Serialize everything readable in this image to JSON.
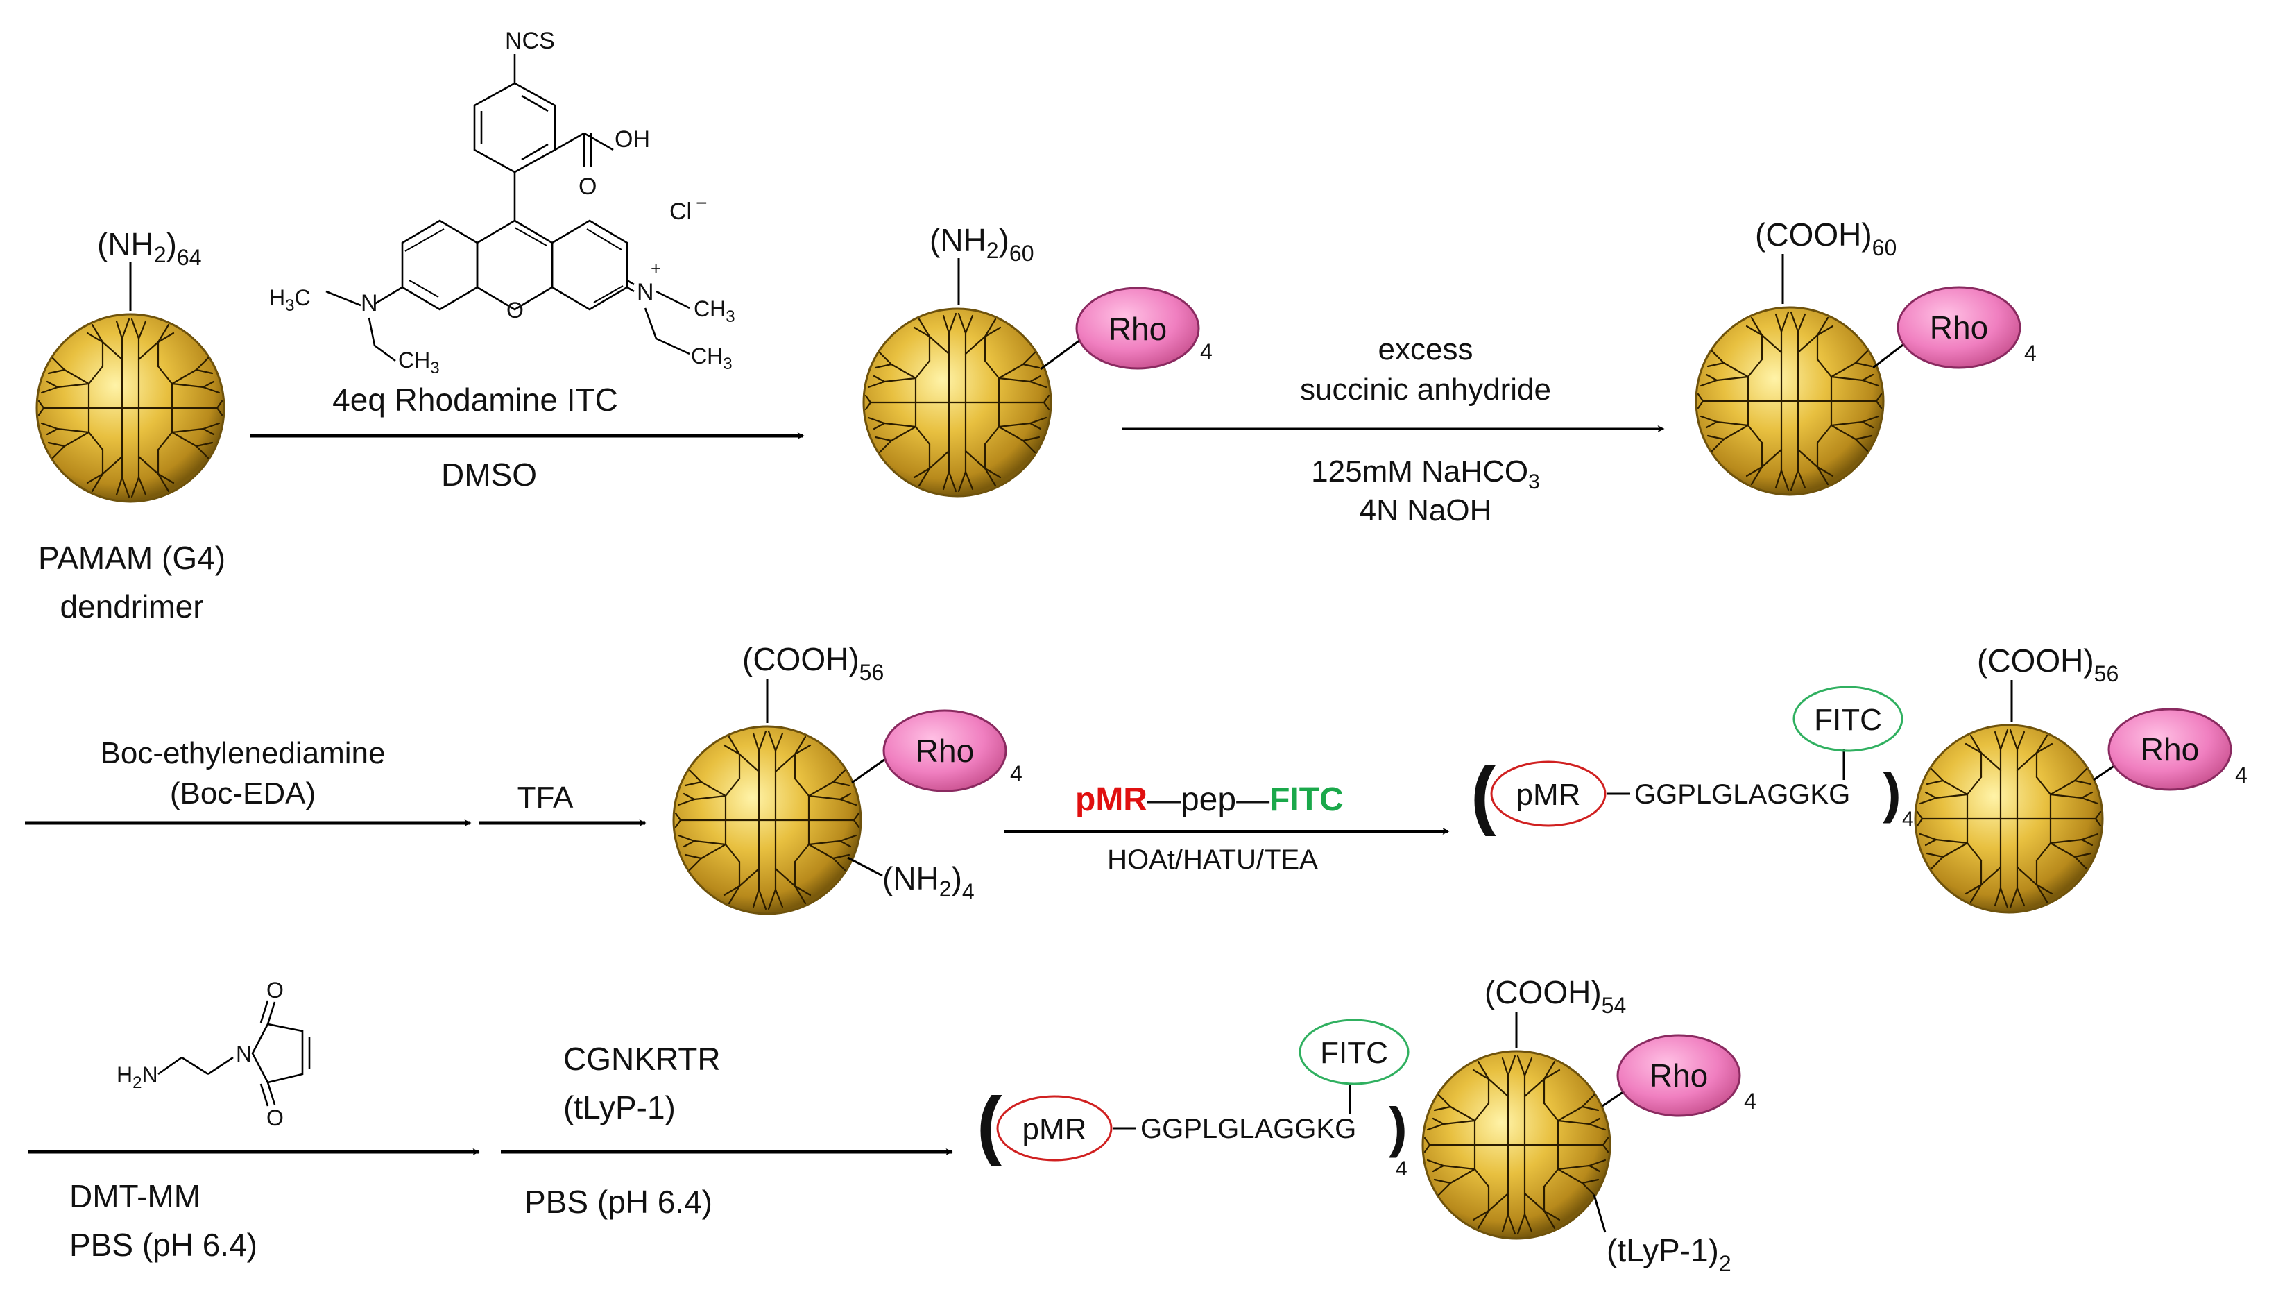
{
  "colors": {
    "text": "#111111",
    "arrow": "#000000",
    "rho_fill": "#f07fc0",
    "rho_stroke": "#8a2a60",
    "dendrimer_light": "#fff0a0",
    "dendrimer_mid": "#e0b838",
    "dendrimer_dark": "#8f6a10",
    "pmr_red": "#e01010",
    "fitc_green": "#1aa84a",
    "pmr_oval_stroke": "#d02020",
    "fitc_oval_stroke": "#30b060"
  },
  "row1": {
    "start": {
      "group": "(NH",
      "sub": "2",
      "count": "64",
      "name_line1": "PAMAM (G4)",
      "name_line2": "dendrimer"
    },
    "reagent": {
      "ncs": "NCS",
      "oh": "OH",
      "o": "O",
      "cl": "Cl",
      "cl_charge": "−",
      "plus": "+",
      "ring_o": "O",
      "n": "N",
      "h3c": "H",
      "c": "C",
      "ch3": "CH",
      "three": "3"
    },
    "arrow1": {
      "above": "4eq  Rhodamine ITC",
      "below": "DMSO"
    },
    "product1": {
      "group": "(NH",
      "sub": "2",
      "count": "60",
      "rho": "Rho",
      "rho_count": "4"
    },
    "arrow2": {
      "above1": "excess",
      "above2": "succinic anhydride",
      "below1_main": "125mM NaHCO",
      "below1_sub": "3",
      "below2": "4N NaOH"
    },
    "product2": {
      "group": "(COOH)",
      "count": "60",
      "rho": "Rho",
      "rho_count": "4"
    }
  },
  "row2": {
    "arrow1": {
      "above1": "Boc-ethylenediamine",
      "above2": "(Boc-EDA)"
    },
    "arrow2": {
      "above": "TFA"
    },
    "product3": {
      "group": "(COOH)",
      "count": "56",
      "rho": "Rho",
      "rho_count": "4",
      "amine": "(NH",
      "amine_sub": "2",
      "amine_count": "4"
    },
    "arrow3": {
      "pmr": "pMR",
      "dash1": "—",
      "pep": "pep",
      "dash2": "—",
      "fitc": "FITC",
      "below": "HOAt/HATU/TEA"
    },
    "product4": {
      "paren_open": "(",
      "pmr": "pMR",
      "peptide": "GGPLGLAGGKG",
      "paren_close": ")",
      "pep_count": "4",
      "fitc": "FITC",
      "group": "(COOH)",
      "count": "56",
      "rho": "Rho",
      "rho_count": "4"
    }
  },
  "row3": {
    "reagent": {
      "h2n": "H",
      "h2n_sub": "2",
      "h2n_n": "N",
      "n": "N",
      "o_top": "O",
      "o_bottom": "O"
    },
    "arrow1": {
      "below1": "DMT-MM",
      "below2": "PBS (pH 6.4)"
    },
    "arrow2": {
      "above1": "CGNKRTR",
      "above2": "(tLyP-1)",
      "below": "PBS (pH 6.4)"
    },
    "product5": {
      "paren_open": "(",
      "pmr": "pMR",
      "peptide": "GGPLGLAGGKG",
      "paren_close": ")",
      "pep_count": "4",
      "fitc": "FITC",
      "group": "(COOH)",
      "count": "54",
      "rho": "Rho",
      "rho_count": "4",
      "tlyp": "(tLyP-1)",
      "tlyp_count": "2"
    }
  }
}
